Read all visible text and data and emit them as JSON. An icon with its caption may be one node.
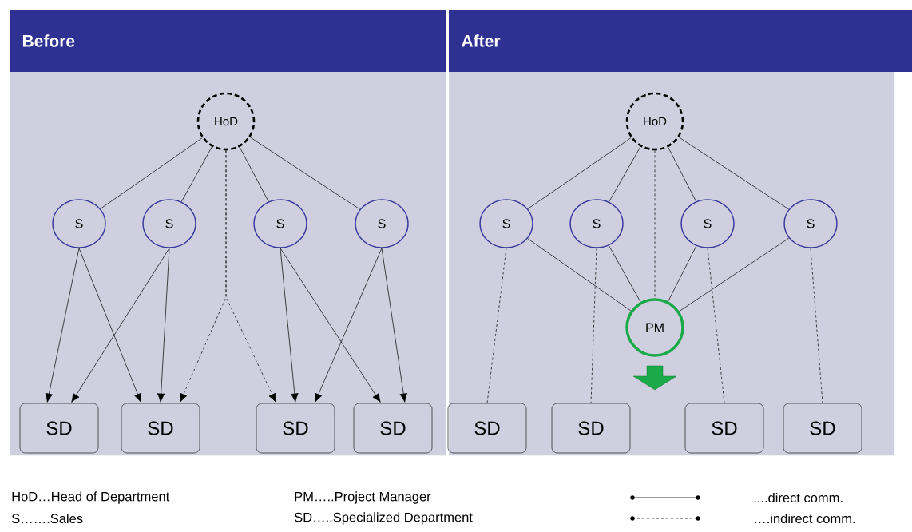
{
  "diagram": {
    "nodes": [
      {
        "text": [
          "Before"
        ]
      },
      {
        "text": [
          "After"
        ]
      },
      {
        "text": [
          "HoD"
        ],
        "in": 0
      },
      {
        "text": [
          "S"
        ],
        "in": 0
      },
      {
        "text": [
          "S"
        ],
        "in": 0
      },
      {
        "text": [
          "S"
        ],
        "in": 0
      },
      {
        "text": [
          "S"
        ],
        "in": 0
      },
      {
        "text": [
          "SD"
        ],
        "in": 0
      },
      {
        "text": [
          "SD"
        ],
        "in": 0
      },
      {
        "text": [
          "SD"
        ],
        "in": 0
      },
      {
        "text": [
          "SD"
        ],
        "in": 0
      },
      {
        "text": [
          "HoD"
        ],
        "in": 1
      },
      {
        "text": [
          "S"
        ],
        "in": 1
      },
      {
        "text": [
          "S"
        ],
        "in": 1
      },
      {
        "text": [
          "S"
        ],
        "in": 1
      },
      {
        "text": [
          "S"
        ],
        "in": 1
      },
      {
        "text": [
          "PM"
        ],
        "in": 1
      },
      {
        "text": [
          "SD"
        ],
        "in": 1
      },
      {
        "text": [
          "SD"
        ],
        "in": 1
      },
      {
        "text": [
          "SD"
        ],
        "in": 1
      },
      {
        "text": [
          "SD"
        ],
        "in": 1
      }
    ],
    "edges": [
      {
        "from": 2,
        "to": 3,
        "arrow": "none"
      },
      {
        "from": 2,
        "to": 4,
        "arrow": "none"
      },
      {
        "from": 2,
        "to": 5,
        "arrow": "none"
      },
      {
        "from": 2,
        "to": 6,
        "arrow": "none"
      },
      {
        "from": 3,
        "to": 7,
        "arrow": "to"
      },
      {
        "from": 3,
        "to": 8,
        "arrow": "to"
      },
      {
        "from": 4,
        "to": 7,
        "arrow": "to"
      },
      {
        "from": 4,
        "to": 8,
        "arrow": "to"
      },
      {
        "from": 2,
        "to": 8,
        "arrow": "to",
        "style": "dashed"
      },
      {
        "from": 2,
        "to": 9,
        "arrow": "to",
        "style": "dashed"
      },
      {
        "from": 5,
        "to": 9,
        "arrow": "to"
      },
      {
        "from": 5,
        "to": 10,
        "arrow": "to"
      },
      {
        "from": 6,
        "to": 9,
        "arrow": "to"
      },
      {
        "from": 6,
        "to": 10,
        "arrow": "to"
      },
      {
        "from": 11,
        "to": 12,
        "arrow": "none"
      },
      {
        "from": 11,
        "to": 13,
        "arrow": "none"
      },
      {
        "from": 11,
        "to": 14,
        "arrow": "none"
      },
      {
        "from": 11,
        "to": 15,
        "arrow": "none"
      },
      {
        "from": 11,
        "to": 16,
        "arrow": "none",
        "style": "dashed"
      },
      {
        "from": 12,
        "to": 16,
        "arrow": "none"
      },
      {
        "from": 13,
        "to": 16,
        "arrow": "none"
      },
      {
        "from": 14,
        "to": 16,
        "arrow": "none"
      },
      {
        "from": 15,
        "to": 16,
        "arrow": "none"
      },
      {
        "from": 12,
        "to": 17,
        "arrow": "none",
        "style": "dashed"
      },
      {
        "from": 13,
        "to": 18,
        "arrow": "none",
        "style": "dashed"
      },
      {
        "from": 14,
        "to": 19,
        "arrow": "none",
        "style": "dashed"
      },
      {
        "from": 15,
        "to": 20,
        "arrow": "none",
        "style": "dashed"
      }
    ],
    "labels": [
      "HoD…Head of Department",
      "PM…..Project Manager",
      "S…….Sales",
      "SD…..Specialized Department"
    ],
    "legend": [
      {
        "text": "....direct comm."
      },
      {
        "text": "….indirect comm."
      }
    ]
  }
}
